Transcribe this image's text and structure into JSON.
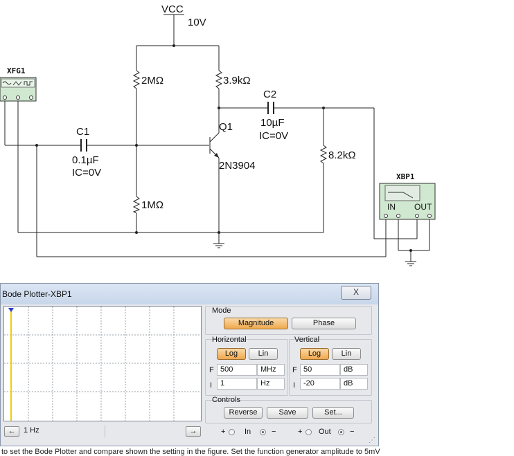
{
  "schematic": {
    "vcc_label": "VCC",
    "vcc_value": "10V",
    "r_bias_top": "2MΩ",
    "r_collector": "3.9kΩ",
    "r_bias_bottom": "1MΩ",
    "r_load": "8.2kΩ",
    "c1_name": "C1",
    "c1_value": "0.1µF",
    "c1_ic": "IC=0V",
    "c2_name": "C2",
    "c2_value": "10µF",
    "c2_ic": "IC=0V",
    "q1_name": "Q1",
    "q1_model": "2N3904",
    "xfg1_label": "XFG1",
    "xbp1_label": "XBP1",
    "xbp1_in": "IN",
    "xbp1_out": "OUT"
  },
  "bode": {
    "title": "Bode Plotter-XBP1",
    "close_glyph": "X",
    "mode_label": "Mode",
    "magnitude_label": "Magnitude",
    "phase_label": "Phase",
    "horizontal_label": "Horizontal",
    "vertical_label": "Vertical",
    "log_label": "Log",
    "lin_label": "Lin",
    "h_f_label": "F",
    "h_f_value": "500",
    "h_f_unit": "MHz",
    "h_i_label": "I",
    "h_i_value": "1",
    "h_i_unit": "Hz",
    "v_f_label": "F",
    "v_f_value": "50",
    "v_f_unit": "dB",
    "v_i_label": "I",
    "v_i_value": "-20",
    "v_i_unit": "dB",
    "controls_label": "Controls",
    "reverse_label": "Reverse",
    "save_label": "Save",
    "set_label": "Set...",
    "cursor_value": "1 Hz",
    "nav_left": "←",
    "nav_right": "→",
    "plus": "+",
    "minus": "−",
    "in_label": "In",
    "out_label": "Out"
  },
  "footer_text": "to set the Bode Plotter and compare shown the setting in the figure. Set the function generator amplitude to 5mV"
}
